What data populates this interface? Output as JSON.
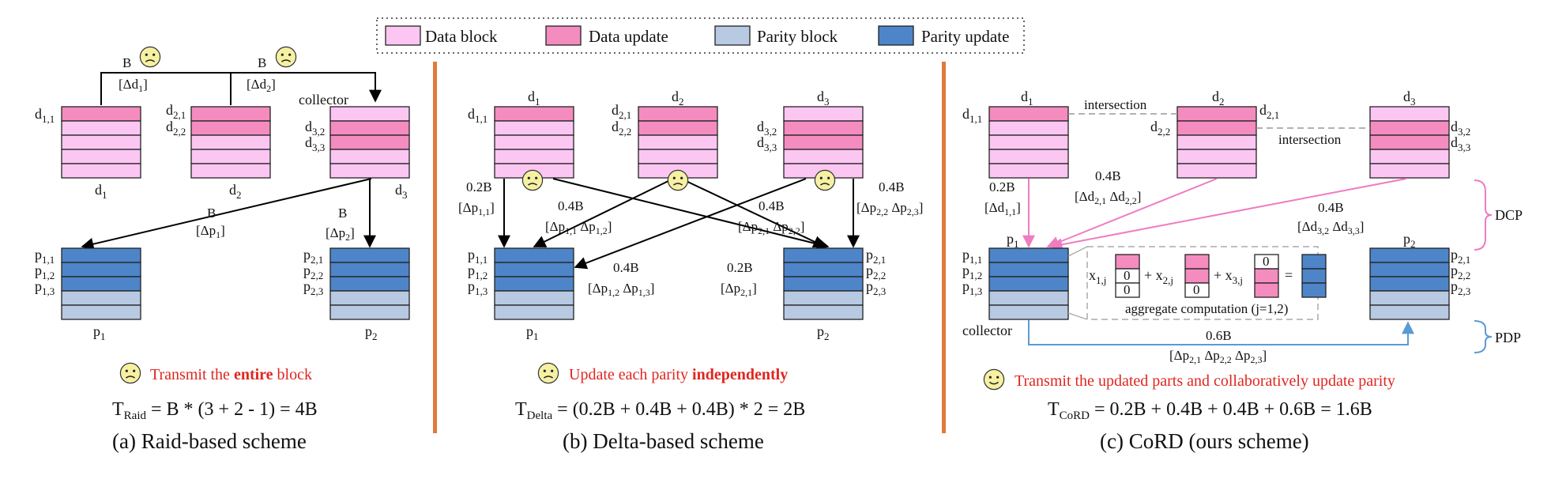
{
  "legend": {
    "data_block": "Data block",
    "data_update": "Data update",
    "parity_block": "Parity block",
    "parity_update": "Parity update"
  },
  "colors": {
    "data_block": "#fcc6f3",
    "data_update": "#f48cbf",
    "parity_block": "#b8c9e2",
    "parity_update": "#4e85c8",
    "divider": "#e07a3a",
    "pink_arrow": "#f07cc0",
    "blue_arrow": "#5b9bd5",
    "text_red": "#e0261f"
  },
  "panel_a": {
    "caption": "(a) Raid-based scheme",
    "note_pre": "Transmit the ",
    "note_bold": "entire",
    "note_post": " block",
    "formula": "T",
    "formula_sub": "Raid",
    "formula_rest": " = B * (3 + 2 - 1) = 4B",
    "collector": "collector",
    "d1": "d",
    "d2": "d",
    "d3": "d",
    "p1": "p",
    "p2": "p",
    "B": "B"
  },
  "panel_b": {
    "caption": "(b) Delta-based scheme",
    "note_pre": "Update each parity ",
    "note_bold": "independently",
    "formula": "T",
    "formula_sub": "Delta",
    "formula_rest": " = (0.2B + 0.4B + 0.4B) * 2 = 2B",
    "w02": "0.2B",
    "w04": "0.4B"
  },
  "panel_c": {
    "caption": "(c) CoRD (ours scheme)",
    "note": "Transmit the updated parts and collaboratively update parity",
    "formula": "T",
    "formula_sub": "CoRD",
    "formula_rest": " = 0.2B + 0.4B + 0.4B + 0.6B = 1.6B",
    "intersection": "intersection",
    "collector": "collector",
    "aggregate": "aggregate computation (j=1,2)",
    "DCP": "DCP",
    "PDP": "PDP",
    "w02": "0.2B",
    "w04": "0.4B",
    "w06": "0.6B",
    "zero": "0",
    "x": "x"
  }
}
